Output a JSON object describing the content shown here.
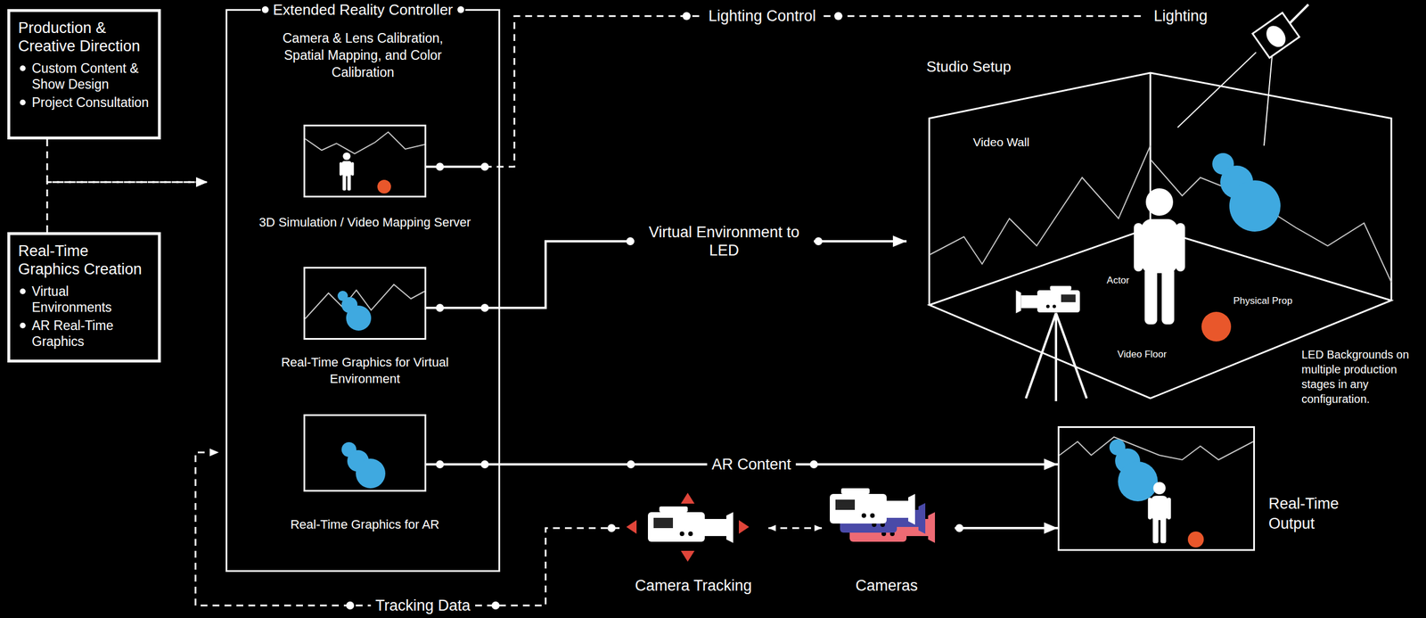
{
  "diagram": {
    "nodes": [
      {
        "text": [
          "Production & Creative Direction",
          "Custom Content & Show Design",
          "Project Consultation"
        ]
      },
      {
        "text": [
          "Real-Time Graphics Creation",
          "Virtual Environments",
          "AR Real-Time Graphics"
        ]
      },
      {
        "text": [
          "Extended Reality Controller",
          "Camera & Lens Calibration, Spatial Mapping, and Color Calibration"
        ]
      },
      {
        "text": [
          "3D Simulation / Video Mapping Server"
        ],
        "in": 2
      },
      {
        "text": [
          "Real-Time Graphics for Virtual Environment"
        ],
        "in": 2
      },
      {
        "text": [
          "Real-Time Graphics for AR"
        ],
        "in": 2
      },
      {
        "text": [
          "Lighting"
        ]
      },
      {
        "text": [
          "Studio Setup"
        ]
      },
      {
        "text": [
          "Real-Time Output"
        ]
      },
      {
        "text": [
          "Camera Tracking"
        ]
      },
      {
        "text": [
          "Cameras"
        ]
      }
    ],
    "edges": [
      {
        "from": 0,
        "to": 2,
        "arrow": "to"
      },
      {
        "from": 1,
        "to": 2,
        "arrow": "to"
      },
      {
        "from": 3,
        "to": 6,
        "label": "Lighting Control",
        "arrow": "none"
      },
      {
        "from": 4,
        "to": 7,
        "label": "Virtual Environment to LED",
        "arrow": "to"
      },
      {
        "from": 5,
        "to": 8,
        "label": "AR Content",
        "arrow": "to"
      },
      {
        "from": 9,
        "to": 10,
        "arrow": "both"
      },
      {
        "from": 10,
        "to": 8,
        "arrow": "to"
      },
      {
        "from": 9,
        "to": 2,
        "label": "Tracking Data",
        "arrow": "to"
      }
    ],
    "labels": [
      "Video Wall",
      "Actor",
      "Physical Prop",
      "Video Floor",
      "LED Backgrounds on multiple production stages in any configuration."
    ]
  }
}
